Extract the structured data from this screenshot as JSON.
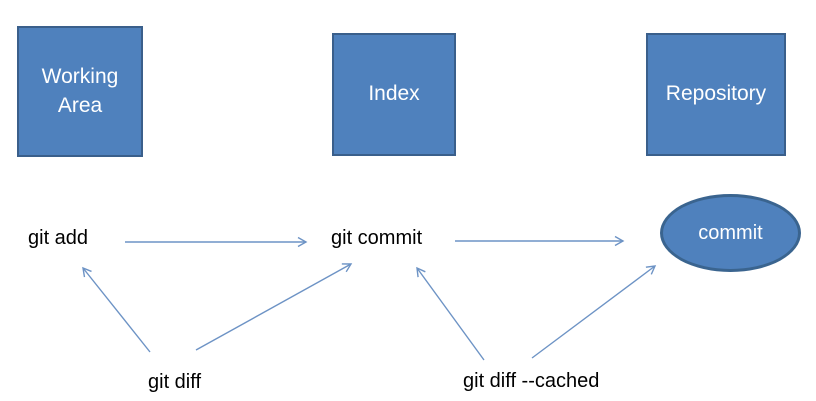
{
  "diagram": {
    "title": "git areas and commands diagram",
    "colors": {
      "shape_fill": "#4f81bd",
      "shape_border": "#3a5f8b",
      "shape_text": "#ffffff",
      "arrow": "#6d93c5",
      "label_text": "#000000",
      "background": "#ffffff"
    },
    "boxes": [
      {
        "id": "working-area",
        "label": "Working Area"
      },
      {
        "id": "index",
        "label": "Index"
      },
      {
        "id": "repository",
        "label": "Repository"
      }
    ],
    "ellipse": {
      "id": "commit-node",
      "label": "commit"
    },
    "labels": [
      {
        "id": "git-add",
        "text": "git add"
      },
      {
        "id": "git-commit",
        "text": "git commit"
      },
      {
        "id": "git-diff",
        "text": "git diff"
      },
      {
        "id": "git-diff-cached",
        "text": "git diff --cached"
      }
    ],
    "arrows": [
      {
        "from": "git add",
        "to": "git commit"
      },
      {
        "from": "git commit",
        "to": "commit"
      },
      {
        "from": "git diff",
        "to": "git add"
      },
      {
        "from": "git diff",
        "to": "git commit"
      },
      {
        "from": "git diff --cached",
        "to": "git commit"
      },
      {
        "from": "git diff --cached",
        "to": "commit"
      }
    ]
  }
}
